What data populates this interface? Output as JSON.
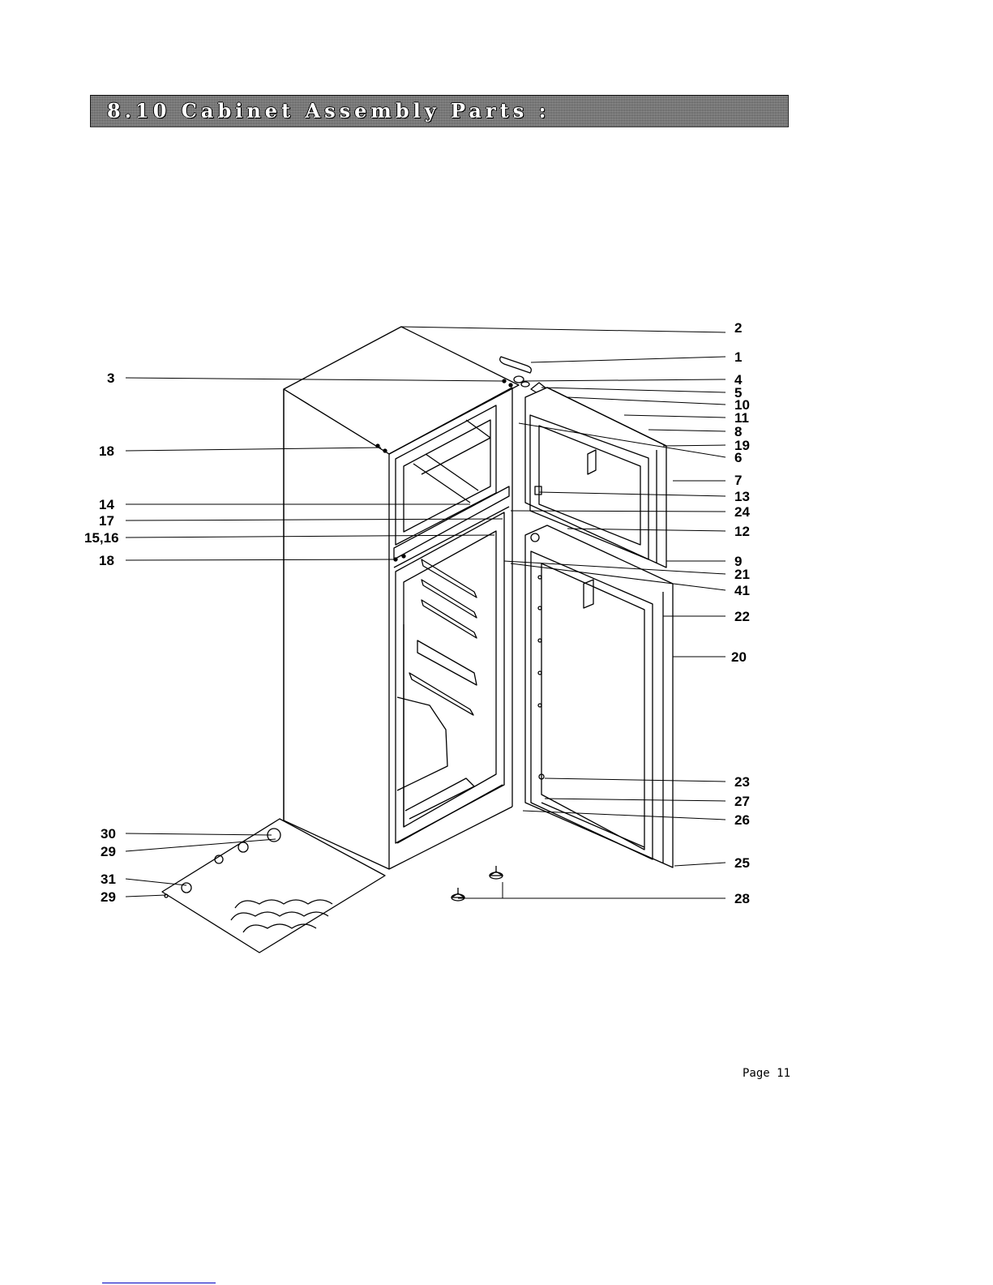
{
  "header": {
    "title": "8.10  Cabinet  Assembly  Parts  :"
  },
  "callouts": [
    "1",
    "2",
    "3",
    "4",
    "5",
    "6",
    "7",
    "8",
    "9",
    "10",
    "11",
    "12",
    "13",
    "14",
    "15,16",
    "17",
    "18",
    "18",
    "19",
    "20",
    "21",
    "22",
    "23",
    "24",
    "25",
    "26",
    "27",
    "28",
    "29",
    "29",
    "30",
    "31",
    "41"
  ],
  "footer": {
    "page_label": "Page 11"
  },
  "colors": {
    "ink": "#000000",
    "header_bg": "#707070",
    "header_text": "#ffffff",
    "footer_rule": "#0000c0"
  }
}
